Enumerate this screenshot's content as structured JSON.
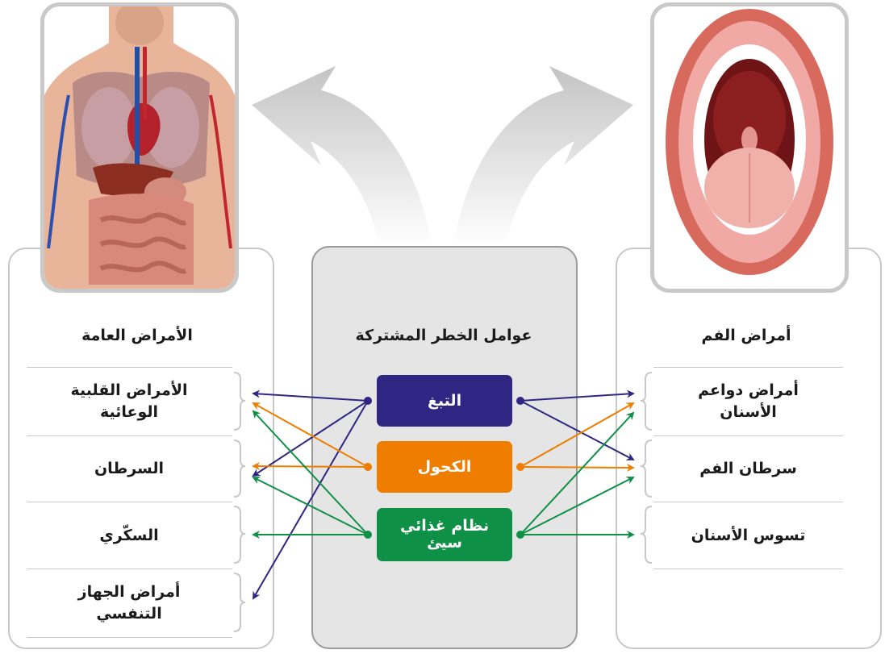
{
  "colors": {
    "tobacco": "#2f2683",
    "alcohol": "#ee7d00",
    "diet": "#0e9146",
    "panel_border": "#c8c8c8",
    "center_bg": "#e5e5e5"
  },
  "images": {
    "body": "human-body-anatomy-illustration",
    "mouth": "open-mouth-teeth-illustration"
  },
  "general": {
    "heading": "الأمراض العامة",
    "items": [
      {
        "line1": "الأمراض القلبية",
        "line2": "الوعائية"
      },
      {
        "line1": "السرطان",
        "line2": ""
      },
      {
        "line1": "السكّري",
        "line2": ""
      },
      {
        "line1": "أمراض الجهاز",
        "line2": "التنفسي"
      }
    ]
  },
  "common": {
    "heading": "عوامل الخطر المشتركة",
    "factors": [
      {
        "line1": "التبغ",
        "line2": ""
      },
      {
        "line1": "الكحول",
        "line2": ""
      },
      {
        "line1": "نظام غذائي",
        "line2": "سيئ"
      }
    ]
  },
  "oral": {
    "heading": "أمراض الفم",
    "items": [
      {
        "line1": "أمراض دواعم",
        "line2": "الأسنان"
      },
      {
        "line1": "سرطان الفم",
        "line2": ""
      },
      {
        "line1": "تسوس الأسنان",
        "line2": ""
      }
    ]
  }
}
